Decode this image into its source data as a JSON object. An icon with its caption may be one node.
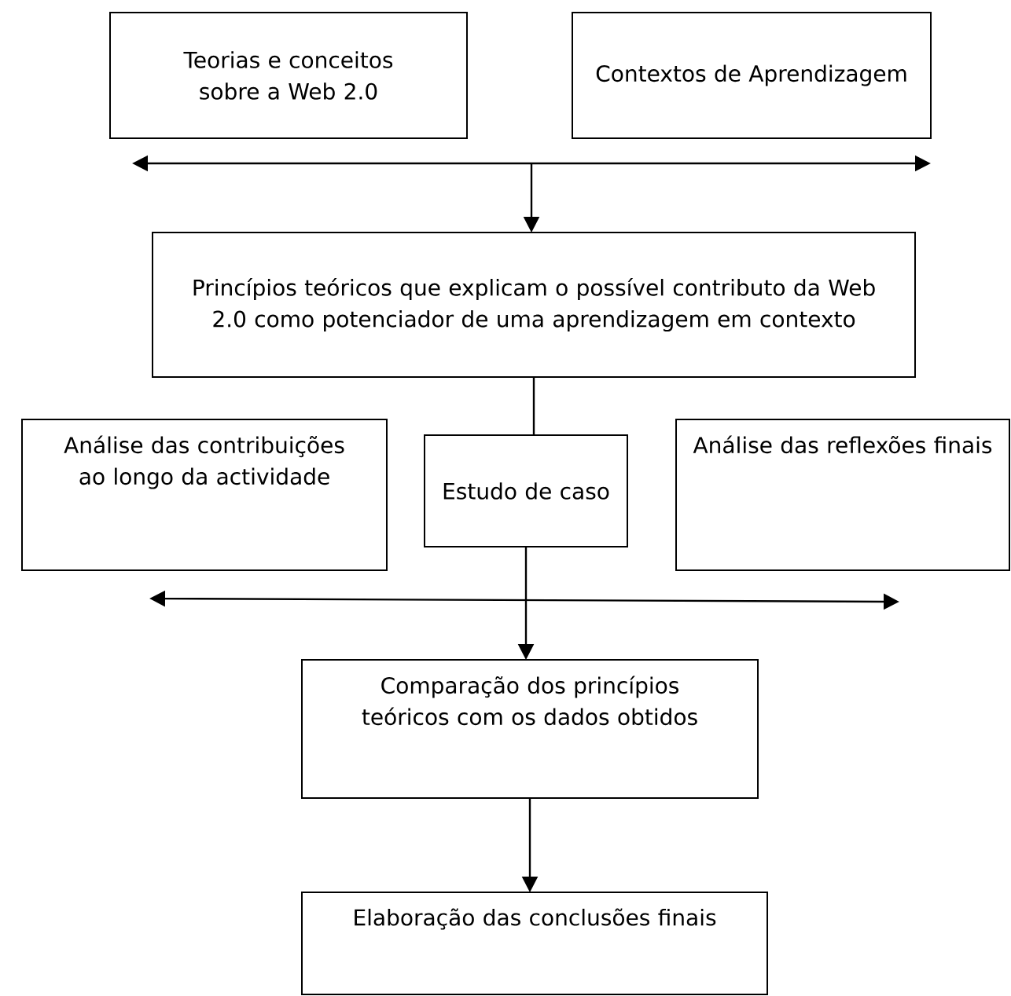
{
  "diagram": {
    "nodes": [
      {
        "text": [
          "Teorias e conceitos sobre a Web 2.0"
        ]
      },
      {
        "text": [
          "Contextos de Aprendizagem"
        ]
      },
      {
        "text": [
          "Princípios teóricos que explicam o possível contributo da Web 2.0 como potenciador de uma aprendizagem em contexto"
        ]
      },
      {
        "text": [
          "Análise das contribuições ao longo da actividade"
        ]
      },
      {
        "text": [
          "Estudo de caso"
        ]
      },
      {
        "text": [
          "Análise das reflexões finais"
        ]
      },
      {
        "text": [
          "Comparação dos princípios teóricos com os dados obtidos"
        ]
      },
      {
        "text": [
          "Elaboração das conclusões finais"
        ]
      }
    ],
    "edges": [
      {
        "from": null,
        "to": 2,
        "arrow": "to"
      },
      {
        "from": 2,
        "to": 4,
        "arrow": "none"
      },
      {
        "from": 4,
        "to": 6,
        "arrow": "to"
      },
      {
        "from": 6,
        "to": 7,
        "arrow": "to"
      }
    ]
  }
}
